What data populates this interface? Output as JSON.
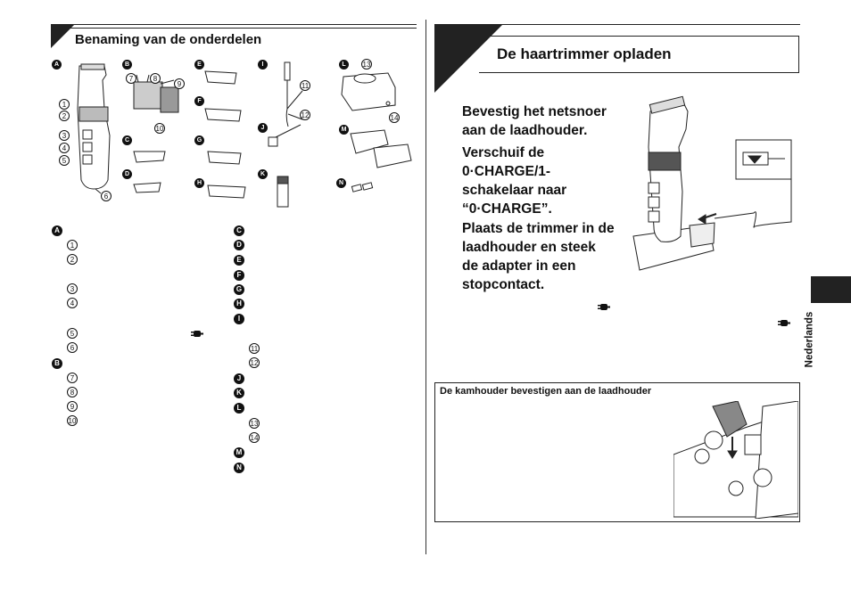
{
  "left": {
    "title": "Benaming van de onderdelen",
    "figure_labels": [
      "A",
      "B",
      "C",
      "D",
      "E",
      "F",
      "G",
      "H",
      "I",
      "J",
      "K",
      "L",
      "M",
      "N"
    ],
    "numbers": [
      "1",
      "2",
      "3",
      "4",
      "5",
      "6",
      "7",
      "8",
      "9",
      "10",
      "11",
      "12",
      "13",
      "14"
    ],
    "list_left_letters": [
      "A",
      "B"
    ],
    "list_left_numbers": [
      "1",
      "2",
      "3",
      "4",
      "5",
      "6",
      "7",
      "8",
      "9",
      "10"
    ],
    "list_right_letters": [
      "C",
      "D",
      "E",
      "F",
      "G",
      "H",
      "I",
      "J",
      "K",
      "L",
      "M",
      "N"
    ],
    "list_right_numbers": [
      "11",
      "12",
      "13",
      "14"
    ]
  },
  "right": {
    "title": "De haartrimmer opladen",
    "step1": [
      "Bevestig het netsnoer",
      "aan de laadhouder."
    ],
    "step2": [
      "Verschuif de",
      "0·CHARGE/1-",
      "schakelaar naar",
      "“0·CHARGE”."
    ],
    "step3": [
      "Plaats de trimmer in de",
      "laadhouder en steek",
      "de adapter in een",
      "stopcontact."
    ],
    "side_tab": "Nederlands",
    "note_title": "De kamhouder bevestigen aan de laadhouder"
  },
  "icons": {
    "plug": "plug-icon"
  }
}
